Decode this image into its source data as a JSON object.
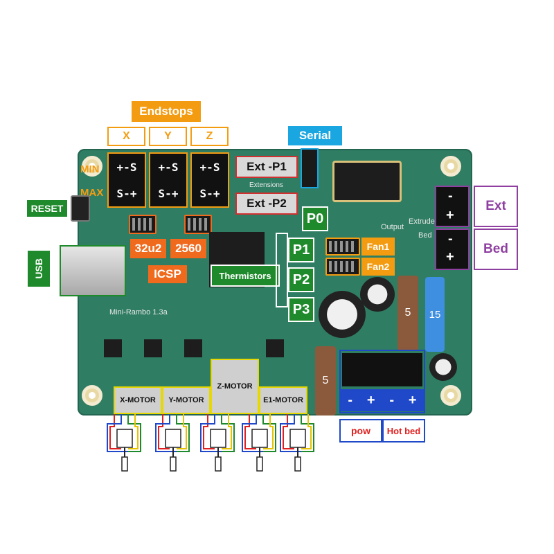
{
  "labels": {
    "endstops": "Endstops",
    "axes": [
      "X",
      "Y",
      "Z"
    ],
    "min": "MIN",
    "max": "MAX",
    "serial": "Serial",
    "reset": "RESET",
    "usb": "USB",
    "ext_p1": "Ext -P1",
    "ext_p2": "Ext -P2",
    "extensions": "Extensions",
    "p0": "P0",
    "p1": "P1",
    "p2": "P2",
    "p3": "P3",
    "u2": "32u2",
    "mega": "2560",
    "icsp": "ICSP",
    "thermistors": "Thermistors",
    "fan1": "Fan1",
    "fan2": "Fan2",
    "ext": "Ext",
    "bed": "Bed",
    "pow": "pow",
    "hot_bed": "Hot bed",
    "board_name": "Mini-Rambo 1.3a",
    "output": "Output",
    "extruder": "Extruder",
    "bed_small": "Bed",
    "fuse_value": "15",
    "fuse_small": "5"
  },
  "endstop_pins": {
    "top": "+-S",
    "bottom": "S-+"
  },
  "terminal_signs": [
    "-",
    "+",
    "-",
    "+"
  ],
  "big_terminal_signs": [
    "-",
    "+",
    "-",
    "+"
  ],
  "motors": [
    "X-MOTOR",
    "Y-MOTOR",
    "Z-MOTOR",
    "E1-MOTOR"
  ],
  "colors": {
    "board": "#2f7d63",
    "orange": "#f39c12",
    "blue": "#1aa6e0",
    "green": "#1f8a2c",
    "purple": "#8e3fa0",
    "power_blue": "#1f49c8",
    "red": "#d03030",
    "motor_yellow": "#e6d800"
  }
}
